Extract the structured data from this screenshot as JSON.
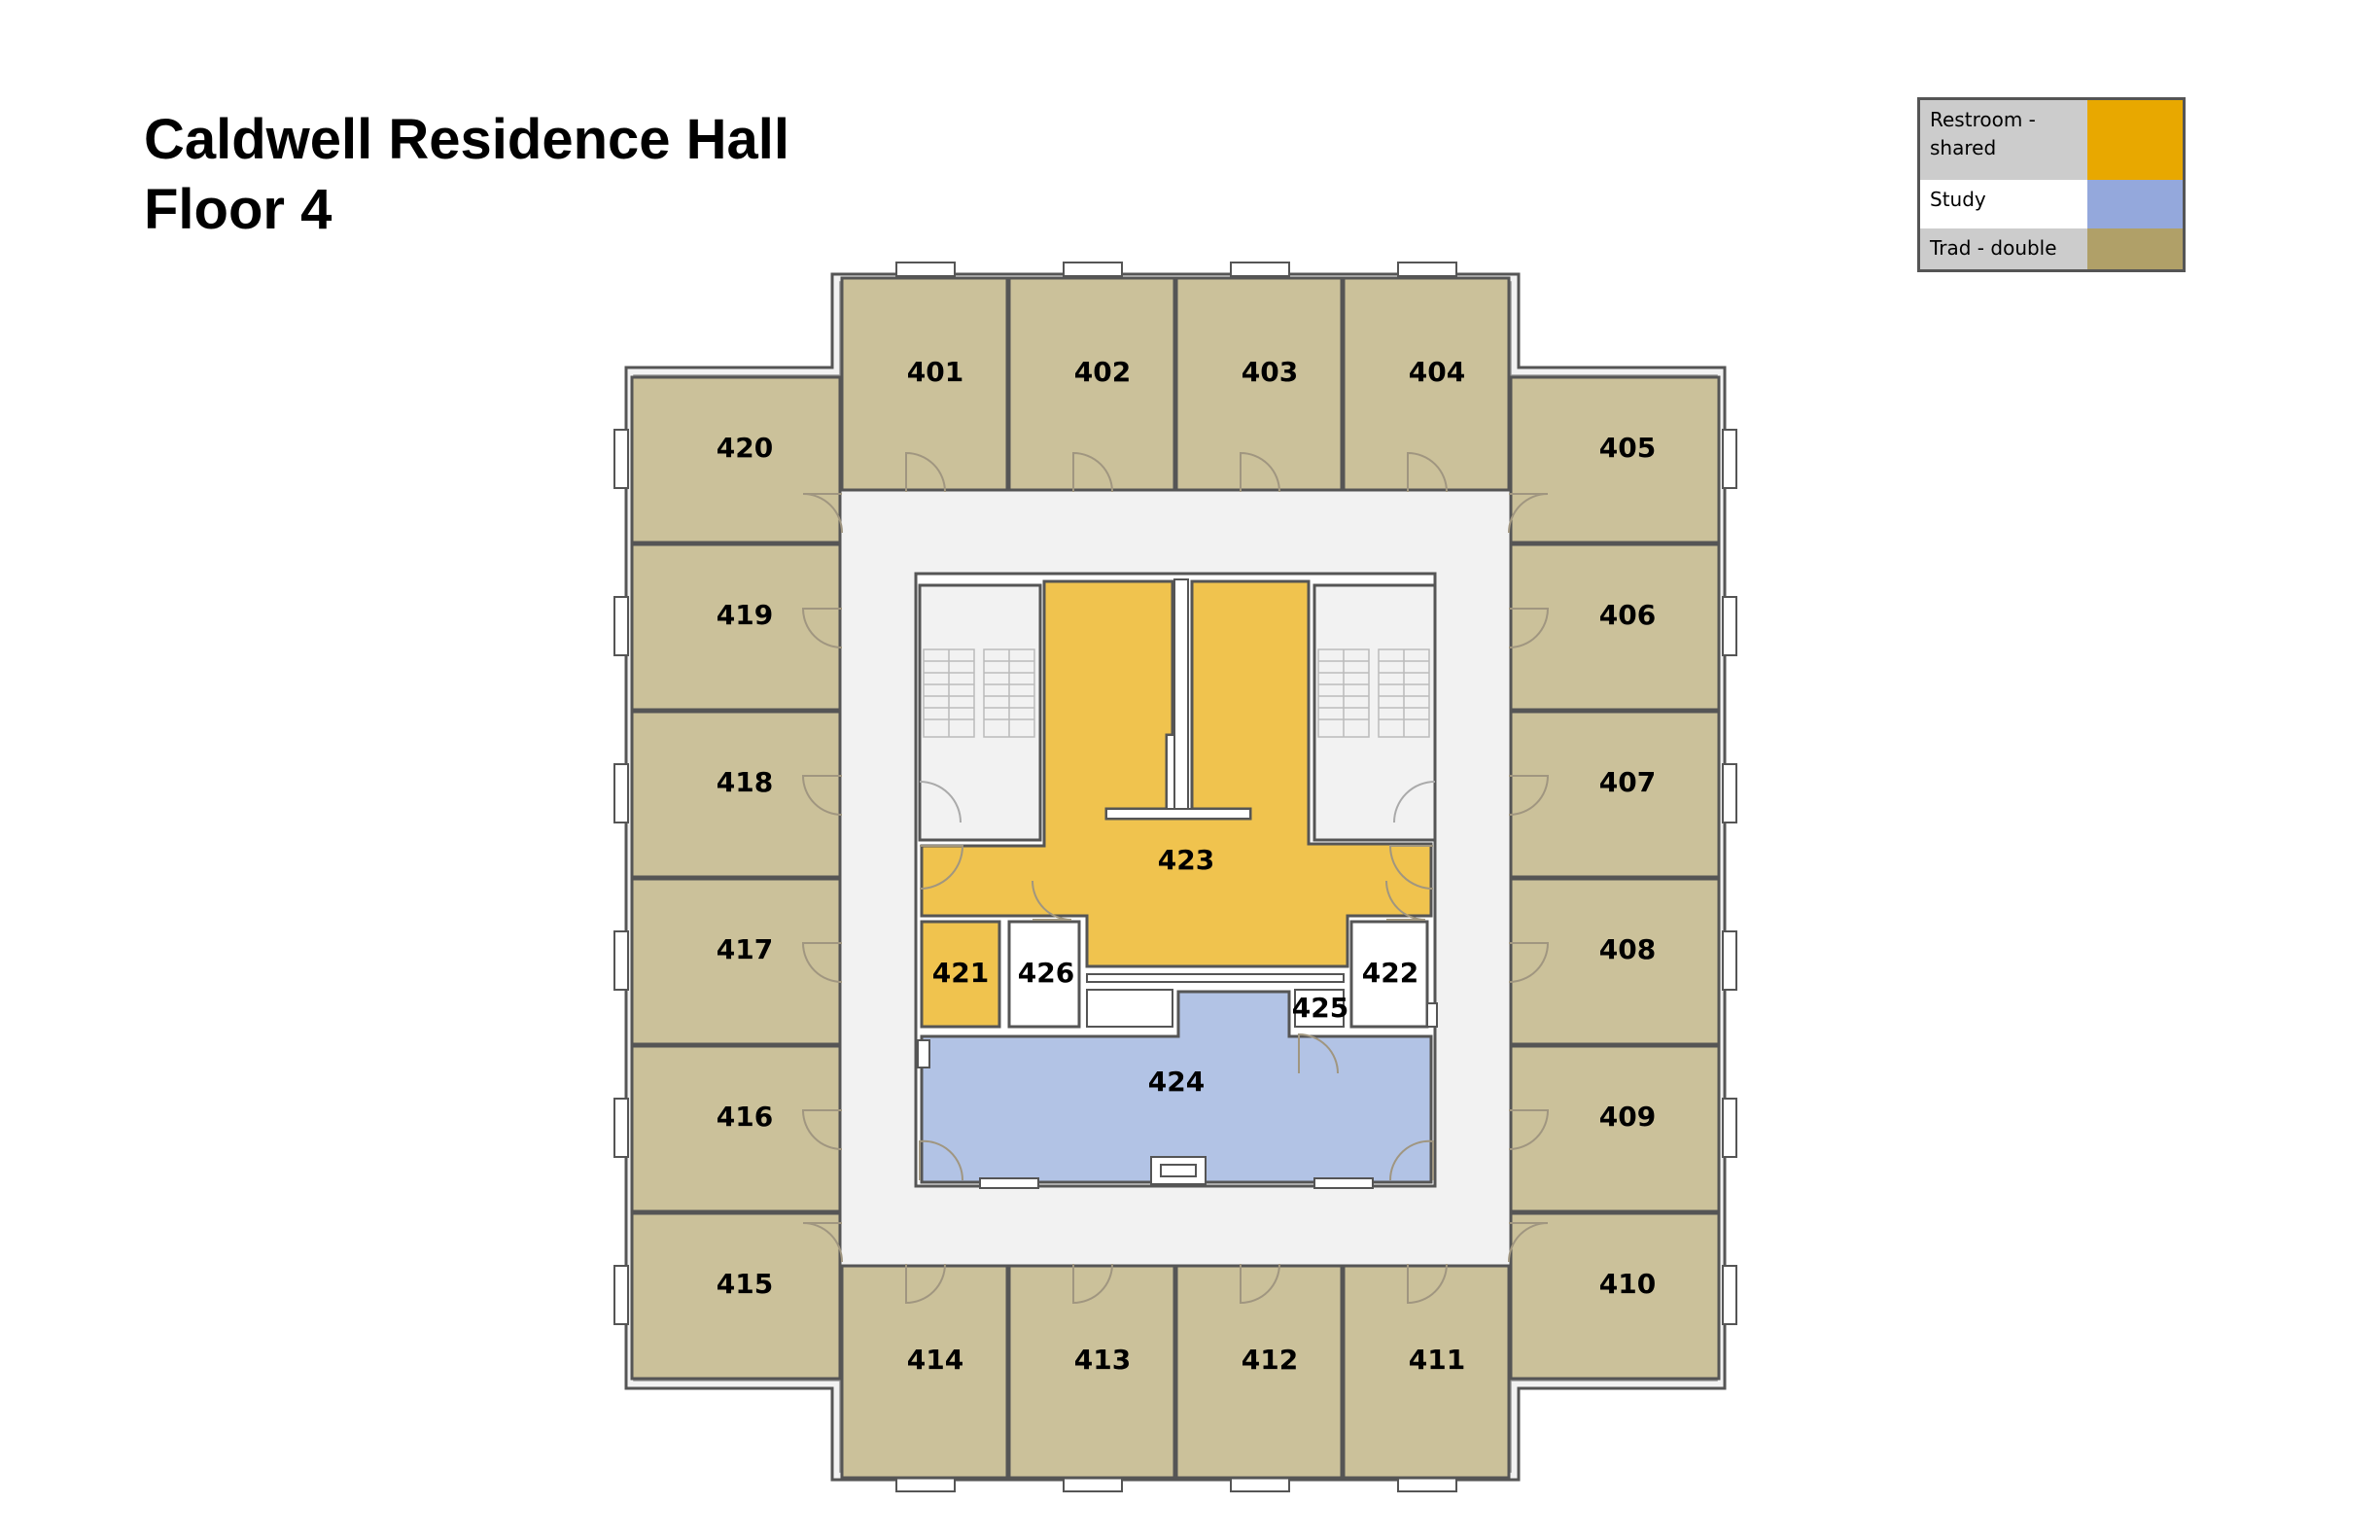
{
  "title": {
    "line1": "Caldwell Residence Hall",
    "line2": "Floor 4"
  },
  "legend": [
    {
      "label": "Restroom - shared",
      "color": "#e8a800",
      "bg": "#cccccc"
    },
    {
      "label": "Study",
      "color": "#94a8dc",
      "bg": "#ffffff"
    },
    {
      "label": "Trad - double",
      "color": "#b0a068",
      "bg": "#cccccc"
    }
  ],
  "colors": {
    "trad_double": "#cbc19a",
    "restroom": "#f0c34e",
    "study": "#b2c3e5",
    "corridor": "#f2f2f2",
    "wall": "#555555"
  },
  "rooms": [
    {
      "id": "401",
      "type": "trad_double"
    },
    {
      "id": "402",
      "type": "trad_double"
    },
    {
      "id": "403",
      "type": "trad_double"
    },
    {
      "id": "404",
      "type": "trad_double"
    },
    {
      "id": "405",
      "type": "trad_double"
    },
    {
      "id": "406",
      "type": "trad_double"
    },
    {
      "id": "407",
      "type": "trad_double"
    },
    {
      "id": "408",
      "type": "trad_double"
    },
    {
      "id": "409",
      "type": "trad_double"
    },
    {
      "id": "410",
      "type": "trad_double"
    },
    {
      "id": "411",
      "type": "trad_double"
    },
    {
      "id": "412",
      "type": "trad_double"
    },
    {
      "id": "413",
      "type": "trad_double"
    },
    {
      "id": "414",
      "type": "trad_double"
    },
    {
      "id": "415",
      "type": "trad_double"
    },
    {
      "id": "416",
      "type": "trad_double"
    },
    {
      "id": "417",
      "type": "trad_double"
    },
    {
      "id": "418",
      "type": "trad_double"
    },
    {
      "id": "419",
      "type": "trad_double"
    },
    {
      "id": "420",
      "type": "trad_double"
    },
    {
      "id": "421",
      "type": "restroom"
    },
    {
      "id": "422",
      "type": "other"
    },
    {
      "id": "423",
      "type": "restroom"
    },
    {
      "id": "424",
      "type": "study"
    },
    {
      "id": "425",
      "type": "other"
    },
    {
      "id": "426",
      "type": "other"
    }
  ]
}
